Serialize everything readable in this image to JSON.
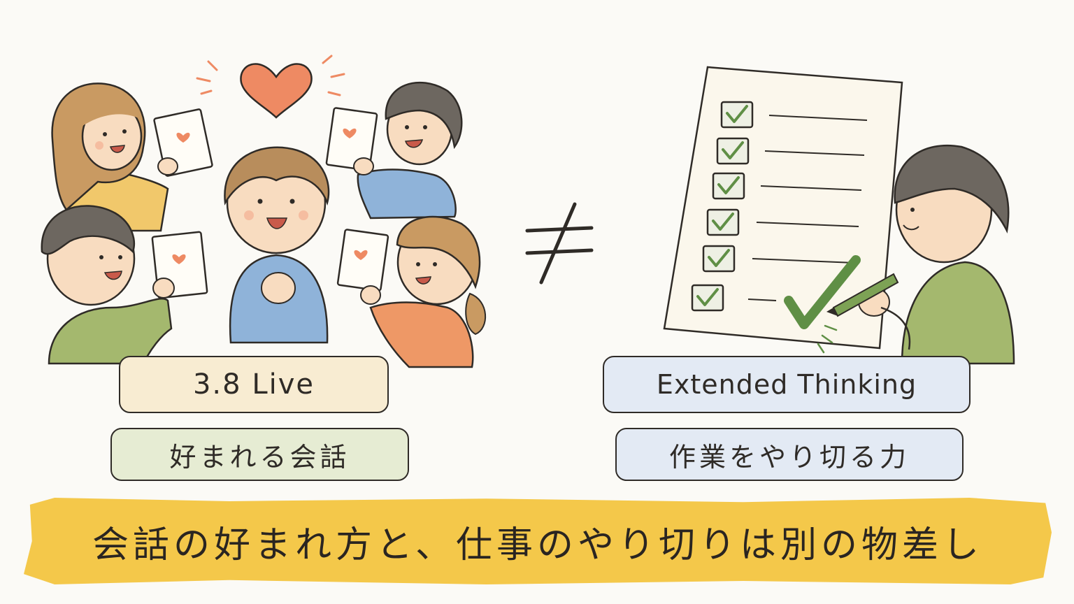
{
  "left": {
    "model_label": "3.8 Live",
    "description": "好まれる会話"
  },
  "right": {
    "model_label": "Extended Thinking",
    "description": "作業をやり切る力"
  },
  "comparison_symbol": "≠",
  "banner": {
    "text": "会話の好まれ方と、仕事のやり切りは別の物差し"
  },
  "colors": {
    "banner": "#f4c84a",
    "live_pill": "#f8ecd2",
    "liked_pill": "#e6ecd3",
    "thinking_pill": "#e3eaf4",
    "heart": "#ee8a63",
    "check": "#5f8f45"
  },
  "icons": [
    "heart-icon",
    "not-equal-icon",
    "checkbox-checked-icon",
    "big-check-icon",
    "pen-icon"
  ]
}
